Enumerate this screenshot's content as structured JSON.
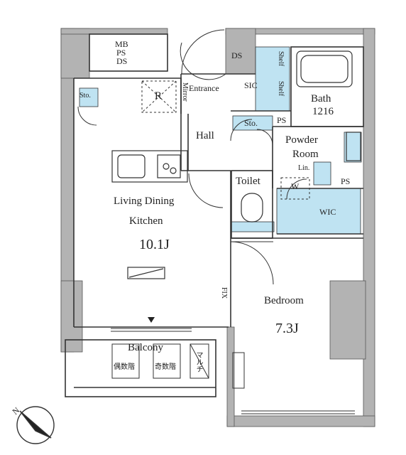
{
  "rooms": {
    "mb_ps_ds": [
      "MB",
      "PS",
      "DS"
    ],
    "sto_left": "Sto.",
    "r_mark": "R",
    "mirror": "Mirror",
    "entrance": "Entrance",
    "ds": "DS",
    "sic": "SIC",
    "shelf_top": "Shelf",
    "shelf_bottom": "Shelf",
    "bath": "Bath",
    "bath_size": "1216",
    "hall": "Hall",
    "sto_hall": "Sto.",
    "ps_bath": "PS",
    "powder_room": "Powder",
    "powder_room2": "Room",
    "lin": "Lin.",
    "w_mark": "W",
    "ps_right": "PS",
    "toilet": "Toilet",
    "wic": "WIC",
    "living": "Living Dining",
    "kitchen": "Kitchen",
    "living_size": "10.1J",
    "fix": "FIX",
    "bedroom": "Bedroom",
    "bedroom_size": "7.3J",
    "balcony": "Balcony",
    "even_floor": "偶数階",
    "odd_floor": "奇数階",
    "multi": "マルチ",
    "north": "N"
  },
  "colors": {
    "wall": "#b3b3b3",
    "storage_blue": "#bfe3f2",
    "line": "#333333"
  }
}
